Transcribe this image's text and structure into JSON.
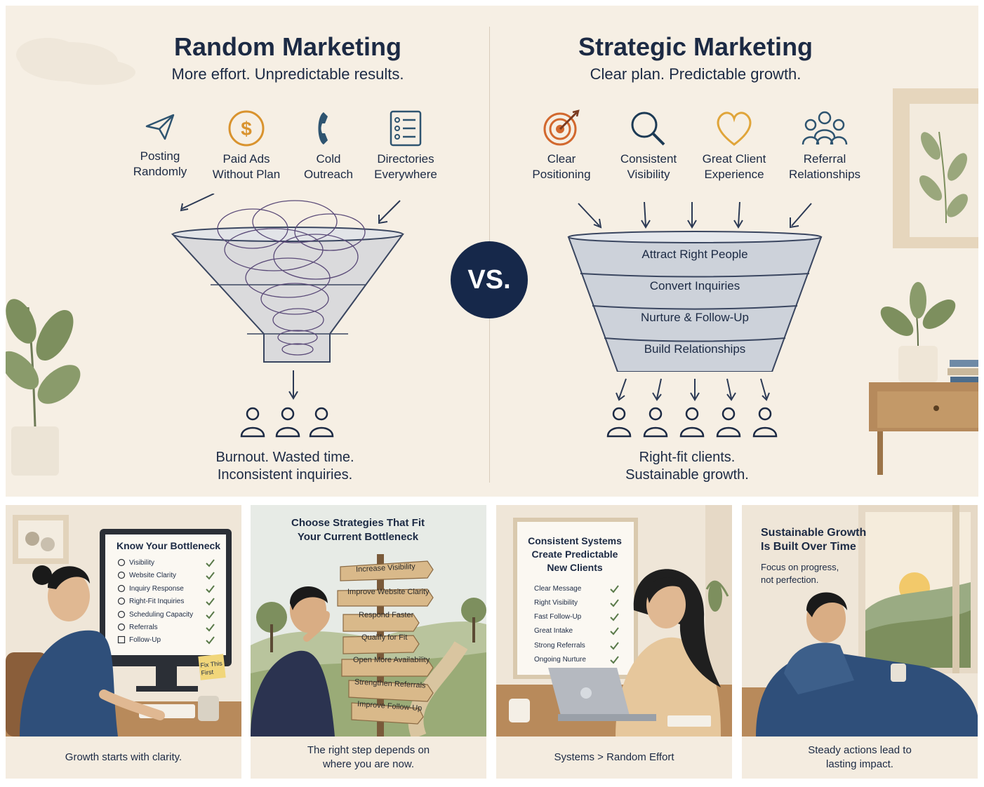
{
  "left": {
    "title": "Random Marketing",
    "subtitle": "More effort. Unpredictable results.",
    "icons": [
      {
        "icon": "paper-plane-icon",
        "label": "Posting\nRandomly"
      },
      {
        "icon": "dollar-coin-icon",
        "label": "Paid Ads\nWithout Plan"
      },
      {
        "icon": "phone-icon",
        "label": "Cold\nOutreach"
      },
      {
        "icon": "checklist-icon",
        "label": "Directories\nEverywhere"
      }
    ],
    "outcome": "Burnout. Wasted time.\nInconsistent inquiries."
  },
  "vs": "VS.",
  "right": {
    "title": "Strategic Marketing",
    "subtitle": "Clear plan. Predictable growth.",
    "icons": [
      {
        "icon": "target-icon",
        "label": "Clear\nPositioning"
      },
      {
        "icon": "magnifier-icon",
        "label": "Consistent\nVisibility"
      },
      {
        "icon": "heart-icon",
        "label": "Great Client\nExperience"
      },
      {
        "icon": "group-icon",
        "label": "Referral\nRelationships"
      }
    ],
    "stages": [
      "Attract Right People",
      "Convert Inquiries",
      "Nurture & Follow-Up",
      "Build Relationships"
    ],
    "outcome": "Right-fit clients.\nSustainable growth."
  },
  "cards": [
    {
      "title": "Know Your Bottleneck",
      "items": [
        "Visibility",
        "Website Clarity",
        "Inquiry Response",
        "Right-Fit Inquiries",
        "Scheduling Capacity",
        "Referrals",
        "Follow-Up"
      ],
      "note": "Fix This\nFirst",
      "caption": "Growth starts with clarity."
    },
    {
      "title": "Choose Strategies That Fit\nYour Current Bottleneck",
      "signs": [
        "Increase Visibility",
        "Improve Website Clarity",
        "Respond Faster",
        "Qualify for Fit",
        "Open More Availability",
        "Strengthen Referrals",
        "Improve Follow-Up"
      ],
      "caption": "The right step depends on\nwhere you are now."
    },
    {
      "title": "Consistent Systems\nCreate Predictable\nNew Clients",
      "items": [
        "Clear Message",
        "Right Visibility",
        "Fast Follow-Up",
        "Great Intake",
        "Strong Referrals",
        "Ongoing Nurture"
      ],
      "caption": "Systems > Random Effort"
    },
    {
      "title": "Sustainable Growth\nIs Built Over Time",
      "subtitle": "Focus on progress,\nnot perfection.",
      "caption": "Steady actions lead to\nlasting impact."
    }
  ],
  "colors": {
    "navy": "#16284a",
    "cream": "#f6efe4",
    "accent_orange": "#d9822b",
    "accent_gold": "#e0a53a",
    "leaf_green": "#7d8f5e",
    "check_green": "#5a7a4a"
  }
}
